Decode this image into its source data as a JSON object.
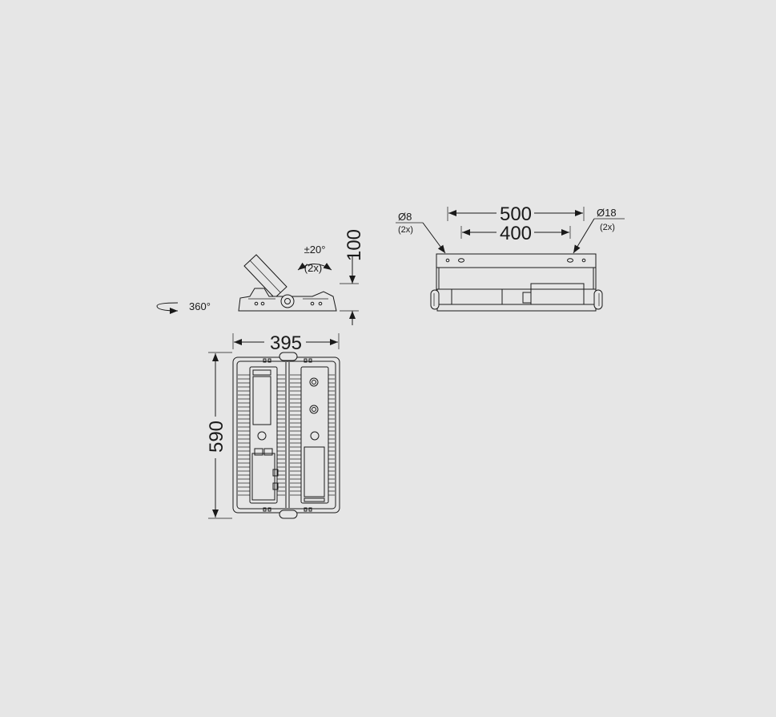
{
  "dimensions": {
    "width": "395",
    "height": "590",
    "depth": "100",
    "mount_outer": "500",
    "mount_inner": "400"
  },
  "annotations": {
    "tilt": "±20°",
    "tilt_count": "(2x)",
    "rotation": "360°",
    "hole_small": "Ø8",
    "hole_small_count": "(2x)",
    "hole_large": "Ø18",
    "hole_large_count": "(2x)"
  }
}
